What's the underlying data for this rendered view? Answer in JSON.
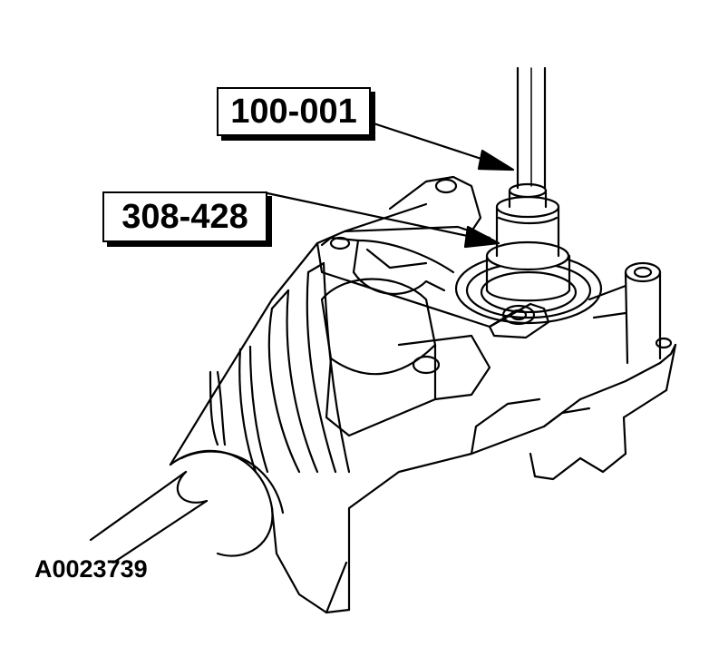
{
  "callouts": {
    "tool_1": "100-001",
    "tool_2": "308-428"
  },
  "figure_id": "A0023739",
  "colors": {
    "line": "#000000",
    "background": "#ffffff"
  }
}
